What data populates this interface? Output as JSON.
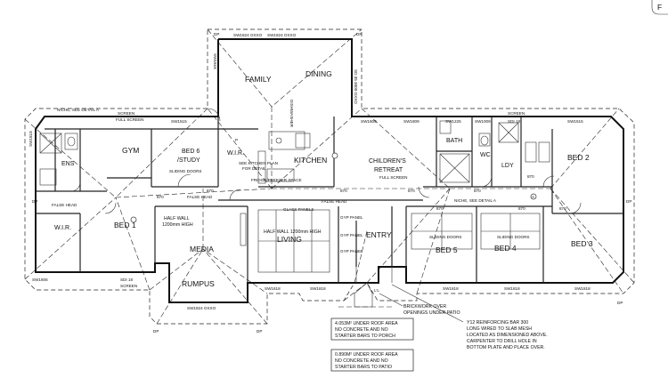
{
  "rooms": {
    "family": "FAMILY",
    "dining": "DINING",
    "gym": "GYM",
    "bed6_line1": "BED 6",
    "bed6_line2": "/STUDY",
    "wir": "W.I.R.",
    "wir_bed1": "W.I.R.",
    "ens": "ENS",
    "kitchen": "KITCHEN",
    "childrens_retreat_line1": "CHILDREN'S",
    "childrens_retreat_line2": "RETREAT",
    "bath": "BATH",
    "wc": "WC",
    "ldy": "LDY",
    "bed2": "BED 2",
    "bed1": "BED 1",
    "media": "MEDIA",
    "rumpus": "RUMPUS",
    "living": "LIVING",
    "entry": "ENTRY",
    "bed5": "BED 5",
    "bed4": "BED 4",
    "bed3": "BED 3"
  },
  "window_labels": {
    "family_top_1": "SW1824 OXXO",
    "family_top_2": "SW1824 OXXO",
    "top_screen_left": "SCREEN",
    "top_fullscreen": "FULL SCREEN",
    "top_sw1515_left": "SW1515",
    "top_sw1809": "SW1809",
    "top_sw1809_b": "SW1809",
    "top_sw1225": "SW1225",
    "top_sw1009": "SW1009",
    "top_sdi18": "SDI 18",
    "top_screen_right": "SCREEN",
    "top_sw1515_right": "SW1515",
    "left_sw": "SW1818",
    "sw1806": "SW1806",
    "sdi18_bottom": "SDI 18",
    "screen_bottom": "SCREEN",
    "rumpus_bottom": "SW1824 OXXO",
    "living_sw1818_a": "SW1818",
    "living_sw1818_b": "SW1818",
    "bed5_sw1818": "SW1818",
    "bed4_sw1818": "SW1818",
    "bed3_sw1818": "SW1818",
    "sd_side": "SD 35 3000 OXXO",
    "family_side": "SW1818"
  },
  "small_labels": {
    "dp": "DP",
    "sliding_doors": "SLIDING DOORS",
    "dishwasher": "DISHWASHER",
    "false_head": "FALSE HEAD",
    "pantry": "P",
    "refrig": "REF",
    "door_870": "870",
    "glass_panels": "GLASS PANELS",
    "gyproc_panel": "GYP PANEL",
    "linen": "L'L",
    "full_screen": "FULL SCREEN",
    "niche_top": "NICHE, SEE DETAIL A",
    "niche_mid": "NICHE, SEE DETAIL A",
    "see_kitchen_line1": "SEE KITCHEN PLAN",
    "see_kitchen_line2": "FOR DETAIL",
    "half_wall_left_line1": "HALF WALL",
    "half_wall_left_line2": "1200mm HIGH",
    "half_wall_mid": "HALF WALL 1200mm HIGH",
    "fridge_note": "FRIDGE/FREEZER SPACE",
    "mark_a": "A"
  },
  "notes": {
    "brickwork_line1": "BRICKWORK OVER",
    "brickwork_line2": "OPENINGS UNDER PATIO",
    "porch_line1": "4.053M² UNDER ROOF AREA",
    "porch_line2": "NO CONCRETE AND NO",
    "porch_line3": "STARTER BARS TO PORCH",
    "patio_line1": "0.890M² UNDER ROOF AREA",
    "patio_line2": "NO CONCRETE AND NO",
    "patio_line3": "STARTER BARS TO PATIO",
    "bar_line1": "Y12 REINFORCING BAR 300",
    "bar_line2": "LONG WIRED TO SLAB MESH",
    "bar_line3": "LOCATED AS DIMENSIONED ABOVE.",
    "bar_line4": "CARPENTER TO DRILL HOLE IN",
    "bar_line5": "BOTTOM PLATE AND PLACE OVER."
  },
  "corner_badge": "F"
}
